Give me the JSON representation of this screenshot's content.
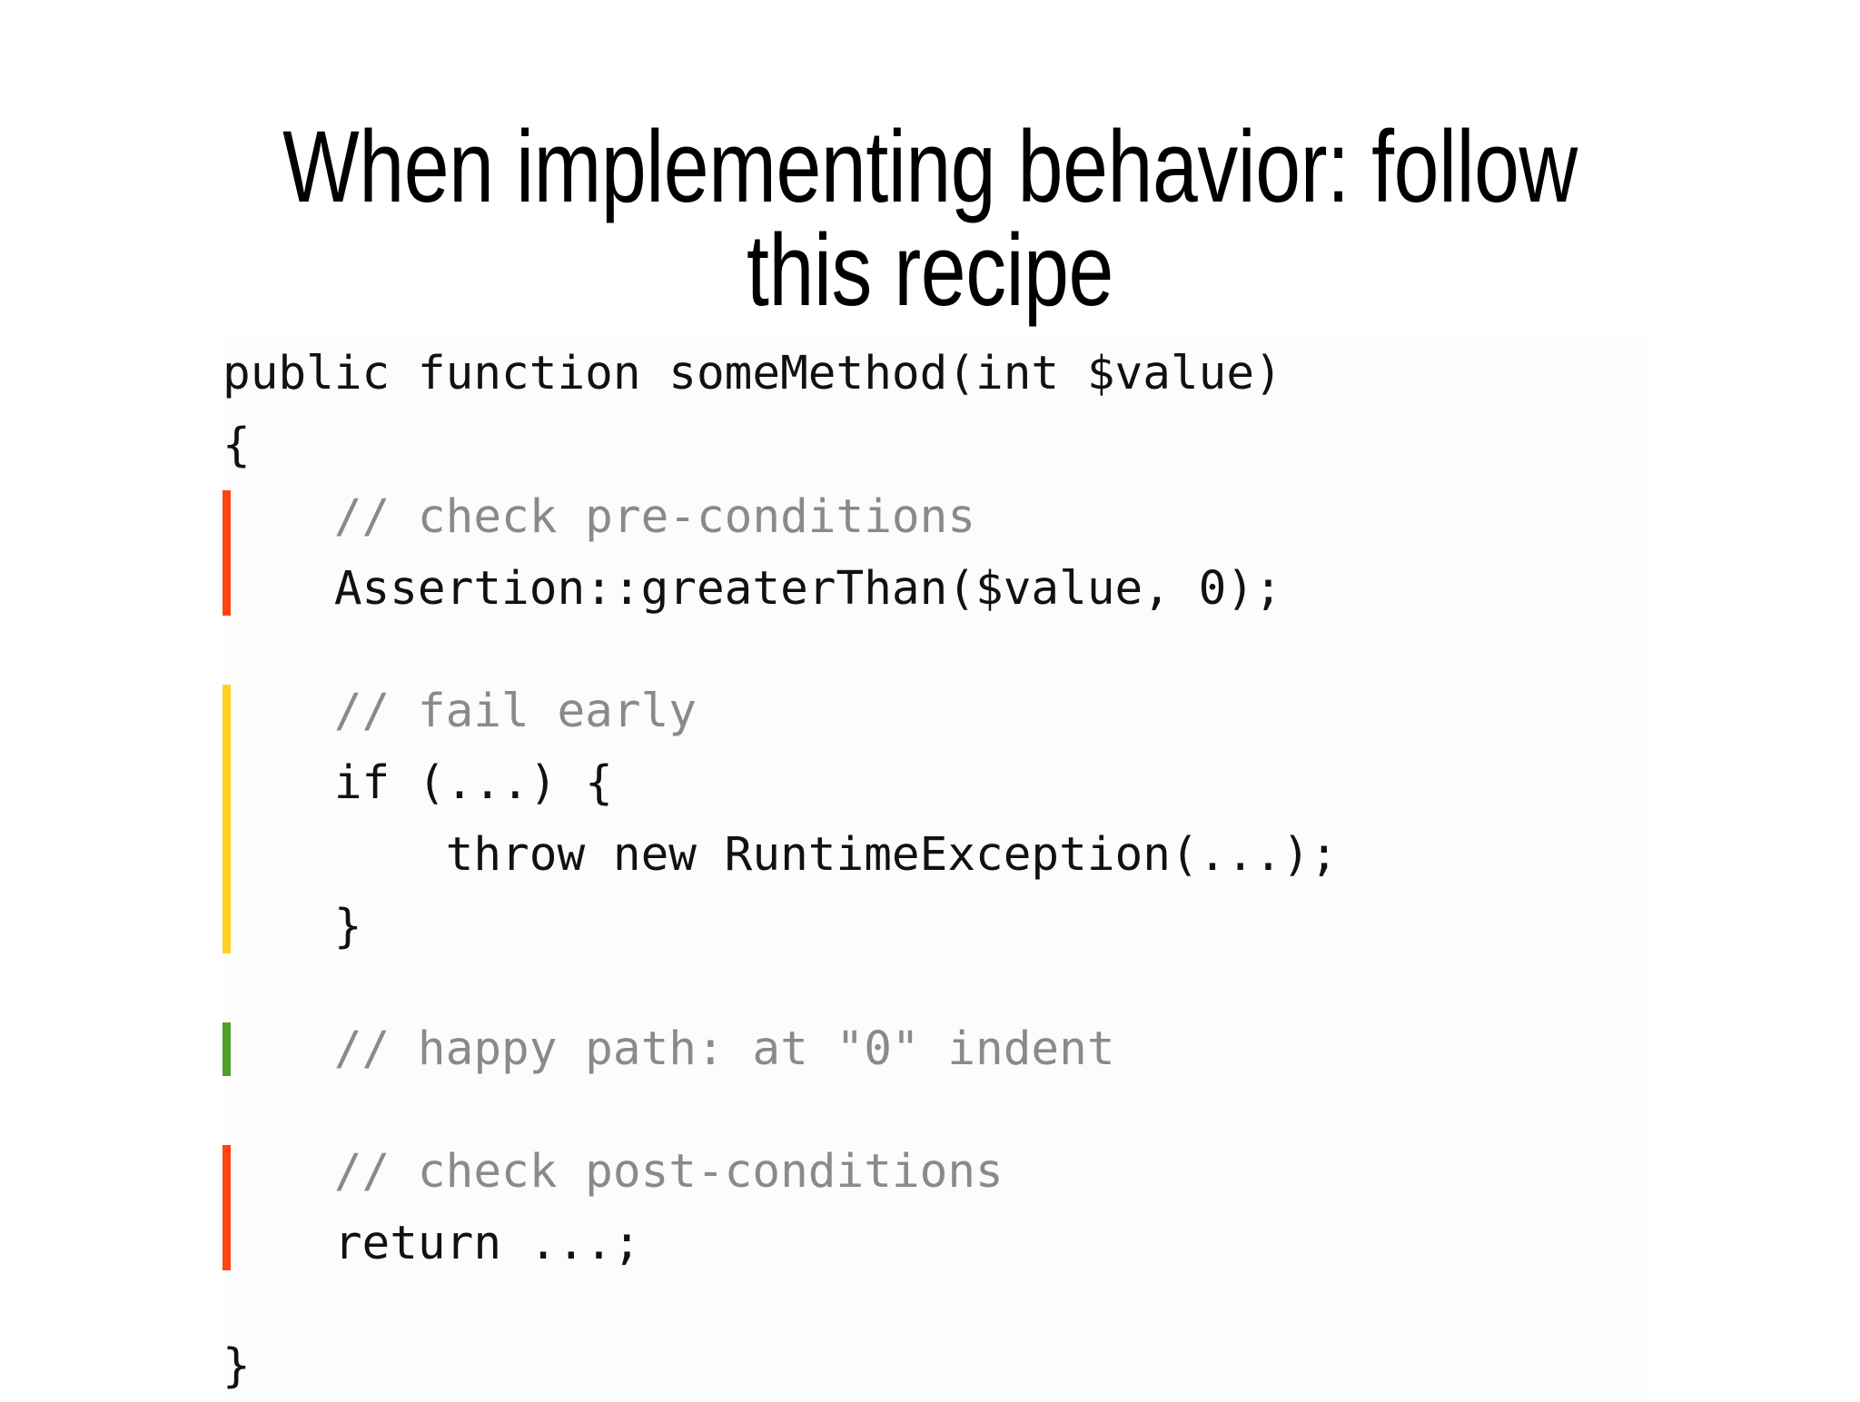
{
  "slide": {
    "background_color": "#ffffff",
    "title": "When implementing behavior: follow\nthis recipe",
    "title_color": "#000000"
  },
  "colors": {
    "marker_red": "#ff4411",
    "marker_yellow": "#ffd021",
    "marker_green": "#4f9e28",
    "comment_text": "#8a8a8a",
    "code_text": "#111111",
    "code_background": "#fcfcfc"
  },
  "code": {
    "language": "php",
    "full_text": "public function someMethod(int $value)\n{\n    // check pre-conditions\n    Assertion::greaterThan($value, 0);\n\n    // fail early\n    if (...) {\n        throw new RuntimeException(...);\n    }\n\n    // happy path: at \"0\" indent\n\n    // check post-conditions\n    return ...;\n}",
    "groups": [
      {
        "id": "signature",
        "marker": "none",
        "lines": [
          {
            "text": "public function someMethod(int $value)",
            "kind": "code"
          },
          {
            "text": "{",
            "kind": "code"
          }
        ]
      },
      {
        "id": "pre-conditions",
        "marker": "red",
        "lines": [
          {
            "text": "    // check pre-conditions",
            "kind": "comment"
          },
          {
            "text": "    Assertion::greaterThan($value, 0);",
            "kind": "code"
          }
        ]
      },
      {
        "id": "fail-early",
        "marker": "yellow",
        "lines": [
          {
            "text": "    // fail early",
            "kind": "comment"
          },
          {
            "text": "    if (...) {",
            "kind": "code"
          },
          {
            "text": "        throw new RuntimeException(...);",
            "kind": "code"
          },
          {
            "text": "    }",
            "kind": "code"
          }
        ]
      },
      {
        "id": "happy-path",
        "marker": "green",
        "lines": [
          {
            "text": "    // happy path: at \"0\" indent",
            "kind": "comment"
          }
        ]
      },
      {
        "id": "post-conditions",
        "marker": "red",
        "lines": [
          {
            "text": "    // check post-conditions",
            "kind": "comment"
          },
          {
            "text": "    return ...;",
            "kind": "code"
          }
        ]
      },
      {
        "id": "closing",
        "marker": "none",
        "lines": [
          {
            "text": "}",
            "kind": "code"
          }
        ]
      }
    ]
  }
}
